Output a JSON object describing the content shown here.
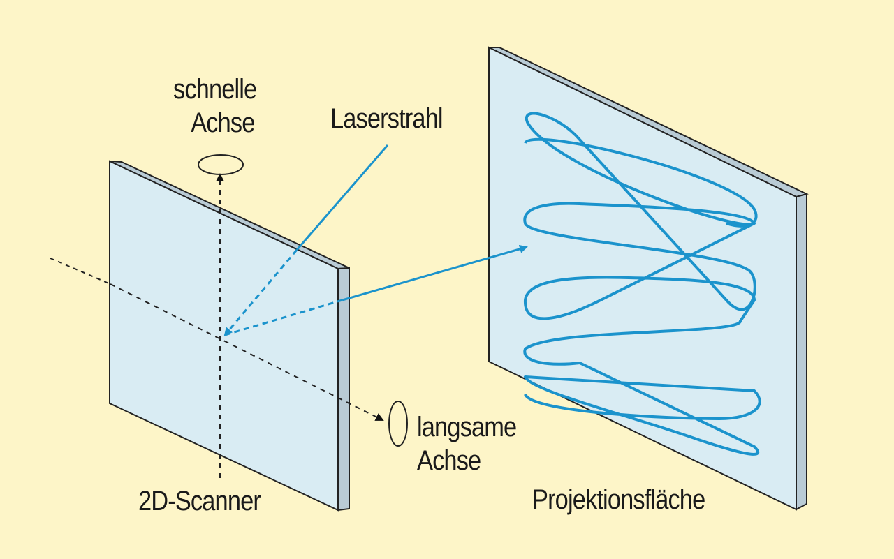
{
  "labels": {
    "fast_axis": [
      "schnelle",
      "Achse"
    ],
    "laser_beam": "Laserstrahl",
    "slow_axis": [
      "langsame",
      "Achse"
    ],
    "scanner": "2D-Scanner",
    "projection_surface": "Projektionsfläche"
  },
  "colors": {
    "background": "#fdf5c8",
    "panel_face": "#d9ecf3",
    "panel_edge": "#b7c9d3",
    "panel_stroke": "#222222",
    "laser": "#1b93cc",
    "axis_line": "#222222"
  },
  "icons": {
    "fast_axis_rotation": "rotation-arrow-icon",
    "slow_axis_rotation": "rotation-arrow-icon"
  }
}
